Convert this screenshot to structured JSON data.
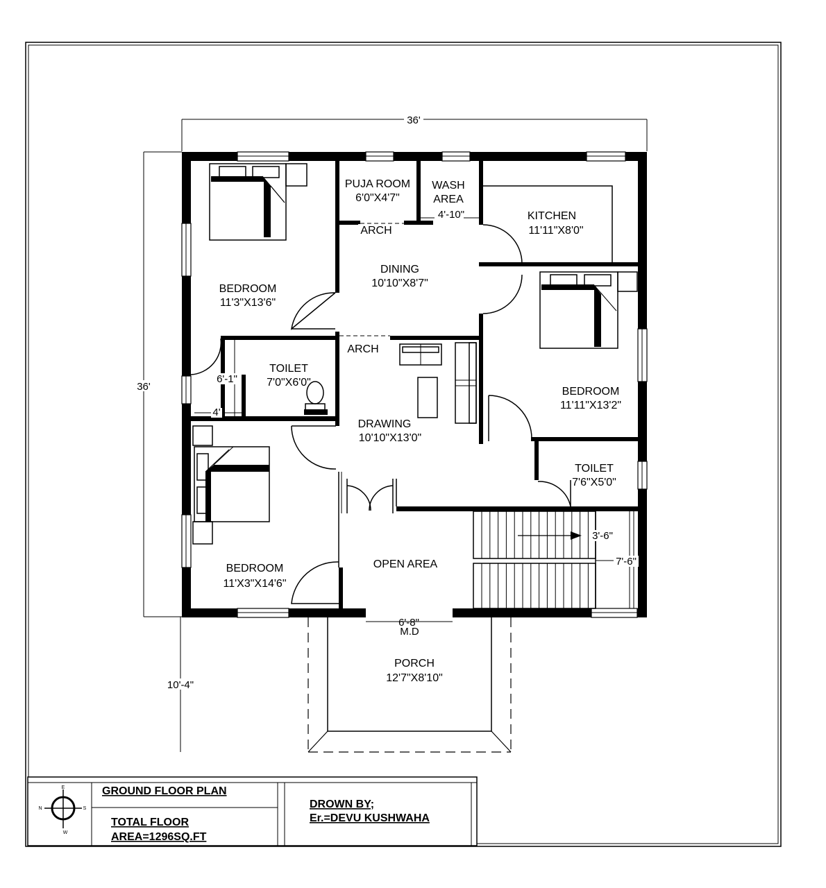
{
  "dimensions": {
    "top_width": "36'",
    "left_height": "36'",
    "porch_offset": "10'-4\"",
    "wash_width": "4'-10\"",
    "toilet_passage": "6'-1\"",
    "toilet_passage_width": "4'",
    "stair_width": "3'-6\"",
    "stair_length": "7'-6\"",
    "main_door": "6'-8\"",
    "main_door_label": "M.D"
  },
  "rooms": {
    "bedroom_nw": {
      "name": "BEDROOM",
      "size": "11'3\"X13'6\""
    },
    "puja": {
      "name": "PUJA ROOM",
      "size": "6'0\"X4'7\""
    },
    "wash": {
      "name": "WASH",
      "name2": "AREA"
    },
    "kitchen": {
      "name": "KITCHEN",
      "size": "11'11\"X8'0\""
    },
    "arch_top": {
      "name": "ARCH"
    },
    "dining": {
      "name": "DINING",
      "size": "10'10\"X8'7\""
    },
    "arch_mid": {
      "name": "ARCH"
    },
    "toilet_w": {
      "name": "TOILET",
      "size": "7'0\"X6'0\""
    },
    "bedroom_e": {
      "name": "BEDROOM",
      "size": "11'11\"X13'2\""
    },
    "drawing": {
      "name": "DRAWING",
      "size": "10'10\"X13'0\""
    },
    "toilet_e": {
      "name": "TOILET",
      "size": "7'6\"X5'0\""
    },
    "bedroom_sw": {
      "name": "BEDROOM",
      "size": "11'X3\"X14'6\""
    },
    "open_area": {
      "name": "OPEN AREA"
    },
    "porch": {
      "name": "PORCH",
      "size": "12'7\"X8'10\""
    }
  },
  "title_block": {
    "title": "GROUND FLOOR PLAN",
    "area_line1": "TOTAL FLOOR",
    "area_line2": "AREA=1296SQ.FT",
    "drawn_by_label": "DROWN BY;",
    "drawn_by_name": "Er.=DEVU KUSHWAHA"
  },
  "compass": {
    "n": "N",
    "e": "E",
    "s": "S",
    "w": "W"
  }
}
